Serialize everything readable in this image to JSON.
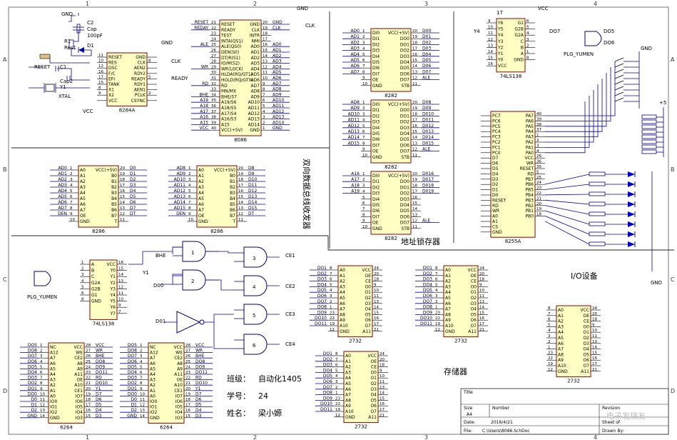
{
  "zones": {
    "cols": [
      "1",
      "2",
      "3",
      "4"
    ],
    "rows": [
      "A",
      "B",
      "C",
      "D"
    ]
  },
  "chips": {
    "u8284": {
      "name": "8284A",
      "left": [
        "RESET",
        "RES",
        "OSC",
        "F/C",
        "EFI",
        "TANK",
        "X1",
        "X2",
        "VCC"
      ],
      "right": [
        "GND",
        "CLK",
        "AEN2",
        "RDY2",
        "READY",
        "RDY1",
        "AEN1",
        "PCLK",
        "CSYNC"
      ],
      "lnum": [
        "11",
        "10",
        "12",
        "16",
        "17",
        "15",
        "8",
        "9",
        ""
      ],
      "rnum": [
        "",
        "8",
        "",
        "",
        "5",
        "",
        "",
        "2",
        ""
      ]
    },
    "u8086": {
      "name": "8086",
      "left": [
        "RESET",
        "READY",
        "TEST",
        "INTA(QS1)",
        "ALE(QS0)",
        "DEN(S0)",
        "DT/R(S1)",
        "IO/M(S2)",
        "WR(LOCK)",
        "HLDA(RQ/GT1)",
        "HOLD(RQ/GT0)",
        "RD",
        "MN/MX",
        "BHE/S7",
        "A19/S6",
        "A18/S5",
        "A17/S4",
        "A16/S3",
        "A15",
        "VCC(+5V)"
      ],
      "right": [
        "GND",
        "CLK",
        "INTR",
        "NMI",
        "AD0",
        "AD1",
        "AD2",
        "AD3",
        "AD4",
        "AD5",
        "AD6",
        "AD7",
        "AD8",
        "AD9",
        "AD10",
        "AD11",
        "AD12",
        "AD13",
        "AD14",
        "GND"
      ],
      "lnum": [
        "21",
        "22",
        "23",
        "24",
        "25",
        "26",
        "27",
        "28",
        "29",
        "30",
        "31",
        "32",
        "33",
        "34",
        "35",
        "36",
        "37",
        "38",
        "39",
        "40"
      ],
      "rnum": [
        "20",
        "19",
        "18",
        "17",
        "16",
        "15",
        "14",
        "13",
        "12",
        "11",
        "10",
        "9",
        "8",
        "7",
        "6",
        "5",
        "4",
        "3",
        "2",
        "1"
      ]
    },
    "u8286a": {
      "name": "8286",
      "left": [
        "A0",
        "A1",
        "A2",
        "A3",
        "A4",
        "A5",
        "A6",
        "A7",
        "OE",
        "GND"
      ],
      "right": [
        "VCC(+5V)",
        "B0",
        "B1",
        "B2",
        "B3",
        "B4",
        "B5",
        "B6",
        "B7",
        "T"
      ],
      "lnum": [
        "1",
        "2",
        "3",
        "4",
        "5",
        "6",
        "7",
        "8",
        "9",
        "10"
      ],
      "rnum": [
        "20",
        "19",
        "18",
        "17",
        "16",
        "15",
        "14",
        "13",
        "12",
        "11"
      ]
    },
    "u8286b": {
      "name": "8286",
      "left": [
        "A0",
        "A1",
        "A2",
        "A3",
        "A4",
        "A5",
        "A6",
        "A7",
        "OE",
        "GND"
      ],
      "right": [
        "VCC(+5V)",
        "B0",
        "B1",
        "B2",
        "B3",
        "B4",
        "B5",
        "B6",
        "B7",
        "T"
      ],
      "lnum": [
        "1",
        "2",
        "3",
        "4",
        "5",
        "6",
        "7",
        "8",
        "9",
        "10"
      ],
      "rnum": [
        "20",
        "19",
        "18",
        "17",
        "16",
        "15",
        "14",
        "13",
        "12",
        "11"
      ]
    },
    "u8282a": {
      "name": "8282",
      "left": [
        "DI0",
        "DI1",
        "DI2",
        "DI3",
        "DI4",
        "DI5",
        "DI6",
        "DI7",
        "OE",
        "GND"
      ],
      "right": [
        "VCC(+5V)",
        "DO0",
        "DO1",
        "DO2",
        "DO3",
        "DO4",
        "DO5",
        "DO6",
        "DO7",
        "STB"
      ],
      "lnum": [
        "1",
        "2",
        "3",
        "4",
        "5",
        "6",
        "7",
        "8",
        "9",
        "10"
      ],
      "rnum": [
        "20",
        "19",
        "18",
        "17",
        "16",
        "15",
        "14",
        "13",
        "12",
        "11"
      ]
    },
    "u8282b": {
      "name": "8282",
      "left": [
        "DI0",
        "DI1",
        "DI2",
        "DI3",
        "DI4",
        "DI5",
        "DI6",
        "DI7",
        "OE",
        "GND"
      ],
      "right": [
        "VCC(+5V)",
        "DO0",
        "DO1",
        "DO2",
        "DO3",
        "DO4",
        "DO5",
        "DO6",
        "DO7",
        "STB"
      ],
      "lnum": [
        "1",
        "2",
        "3",
        "4",
        "5",
        "6",
        "7",
        "8",
        "9",
        "10"
      ],
      "rnum": [
        "20",
        "19",
        "18",
        "17",
        "16",
        "15",
        "14",
        "13",
        "12",
        "11"
      ]
    },
    "u8282c": {
      "name": "8282",
      "left": [
        "DI0",
        "DI1",
        "DI2",
        "DI3",
        "DI4",
        "DI5",
        "DI6",
        "DI7",
        "OE",
        "GND"
      ],
      "right": [
        "VCC(+5V)",
        "DO0",
        "DO1",
        "DO2",
        "DO3",
        "DO4",
        "DO5",
        "DO6",
        "DO7",
        "STB"
      ],
      "lnum": [
        "1",
        "2",
        "3",
        "4",
        "5",
        "6",
        "7",
        "8",
        "9",
        "10"
      ],
      "rnum": [
        "20",
        "19",
        "18",
        "17",
        "16",
        "15",
        "14",
        "13",
        "12",
        "11"
      ]
    },
    "u138a": {
      "name": "74LS138",
      "left": [
        "A",
        "B",
        "C",
        "G2A",
        "G2B",
        "G1",
        "GND"
      ],
      "right": [
        "VCC",
        "Y0",
        "Y1",
        "Y2",
        "Y3",
        "Y4",
        "Y5",
        "Y6",
        "Y7"
      ],
      "lnum": [
        "1",
        "2",
        "3",
        "4",
        "5",
        "6",
        "8"
      ],
      "rnum": [
        "16",
        "15",
        "14",
        "13",
        "12",
        "11",
        "10",
        "9",
        "7"
      ]
    },
    "u138b": {
      "name": "74LS138",
      "left": [
        "Y6",
        "Y5",
        "Y4",
        "Y3",
        "Y2",
        "Y1",
        "Y0",
        "VCC"
      ],
      "right": [
        "G1",
        "G2B",
        "G2A",
        "C",
        "B",
        "A",
        "GND"
      ],
      "lnum": [
        "9",
        "10",
        "11",
        "12",
        "13",
        "14",
        "15",
        "16"
      ],
      "rnum": [
        "6",
        "5",
        "4",
        "3",
        "2",
        "1",
        "8"
      ]
    },
    "u8255": {
      "name": "8255A",
      "left": [
        "PC7",
        "PC6",
        "PC5",
        "PC4",
        "PC3",
        "PC2",
        "PC1",
        "PC0",
        "D7",
        "D6",
        "D5",
        "D4",
        "D3",
        "D2",
        "D1",
        "D0",
        "RESET",
        "RD",
        "WR",
        "A0",
        "A1",
        "CS",
        "GND"
      ],
      "right": [
        "PA7",
        "PA6",
        "PA5",
        "PA4",
        "PA3",
        "PA2",
        "PA1",
        "PA0",
        "VCC",
        "WR",
        "RESET",
        "RD",
        "PB7",
        "PB6",
        "PB5",
        "PB4",
        "PB3",
        "PB2",
        "PB1",
        "PB0"
      ],
      "rnum": [
        "40",
        "39",
        "38",
        "37",
        "1",
        "2",
        "3",
        "4",
        "26",
        "36",
        "35",
        "5",
        "25",
        "24",
        "23",
        "22",
        "21",
        "20",
        "19",
        "18"
      ]
    },
    "u2732a": {
      "name": "2732",
      "left": [
        "A0",
        "A1",
        "A2",
        "A3",
        "A4",
        "A5",
        "A6",
        "A7",
        "A8",
        "A9",
        "A10",
        "GND"
      ],
      "right": [
        "VCC",
        "OE",
        "CE",
        "O0",
        "O1",
        "O2",
        "O3",
        "O4",
        "O5",
        "O6",
        "O7",
        "A11"
      ],
      "lnum": [
        "8",
        "7",
        "6",
        "5",
        "4",
        "3",
        "2",
        "1",
        "23",
        "22",
        "19",
        "12"
      ],
      "rnum": [
        "24",
        "20",
        "18",
        "9",
        "10",
        "11",
        "13",
        "14",
        "15",
        "16",
        "17",
        "21"
      ]
    },
    "u2732b": {
      "name": "2732",
      "left": [
        "A0",
        "A1",
        "A2",
        "A3",
        "A4",
        "A5",
        "A6",
        "A7",
        "A8",
        "A9",
        "A10",
        "GND"
      ],
      "right": [
        "VCC",
        "OE",
        "CE",
        "O0",
        "O1",
        "O2",
        "O3",
        "O4",
        "O5",
        "O6",
        "O7",
        "A11"
      ],
      "lnum": [
        "8",
        "7",
        "6",
        "5",
        "4",
        "3",
        "2",
        "1",
        "23",
        "22",
        "19",
        "12"
      ],
      "rnum": [
        "24",
        "20",
        "18",
        "9",
        "10",
        "11",
        "13",
        "14",
        "15",
        "16",
        "17",
        "21"
      ]
    },
    "u2732c": {
      "name": "2732",
      "left": [
        "A0",
        "A1",
        "A2",
        "A3",
        "A4",
        "A5",
        "A6",
        "A7",
        "A8",
        "A9",
        "A10",
        "GND"
      ],
      "right": [
        "VCC",
        "OE",
        "CE",
        "O0",
        "O1",
        "O2",
        "O3",
        "O4",
        "O5",
        "O6",
        "O7",
        "A11"
      ],
      "lnum": [
        "8",
        "7",
        "6",
        "5",
        "4",
        "3",
        "2",
        "1",
        "23",
        "22",
        "19",
        "12"
      ],
      "rnum": [
        "24",
        "20",
        "18",
        "9",
        "10",
        "11",
        "13",
        "14",
        "15",
        "16",
        "17",
        "21"
      ]
    },
    "u2732d": {
      "name": "2732",
      "left": [
        "A0",
        "A1",
        "A2",
        "A3",
        "A4",
        "A5",
        "A6",
        "A7",
        "A8",
        "A9",
        "A10",
        "GND"
      ],
      "right": [
        "VCC",
        "OE",
        "CE",
        "O0",
        "O1",
        "O2",
        "O3",
        "O4",
        "O5",
        "O6",
        "O7",
        "A11"
      ],
      "lnum": [
        "8",
        "7",
        "6",
        "5",
        "4",
        "3",
        "2",
        "1",
        "23",
        "22",
        "19",
        "12"
      ],
      "rnum": [
        "24",
        "20",
        "18",
        "9",
        "10",
        "11",
        "13",
        "14",
        "15",
        "16",
        "17",
        "21"
      ]
    },
    "u6264a": {
      "name": "6264",
      "left": [
        "NC",
        "A12",
        "A7",
        "A6",
        "A5",
        "A4",
        "A3",
        "A2",
        "A1",
        "A0",
        "IO0",
        "IO1",
        "IO2",
        "GND"
      ],
      "right": [
        "VCC",
        "WE",
        "CE2",
        "A8",
        "A9",
        "A11",
        "OE",
        "A10",
        "CE1",
        "IO7",
        "IO6",
        "IO5",
        "IO4",
        "IO3"
      ],
      "lnum": [
        "1",
        "2",
        "3",
        "4",
        "5",
        "6",
        "7",
        "8",
        "9",
        "10",
        "11",
        "12",
        "13",
        "14"
      ],
      "rnum": [
        "28",
        "27",
        "26",
        "25",
        "24",
        "23",
        "22",
        "21",
        "20",
        "19",
        "18",
        "17",
        "16",
        "15"
      ]
    },
    "u6264b": {
      "name": "6264",
      "left": [
        "NC",
        "A12",
        "A7",
        "A6",
        "A5",
        "A4",
        "A3",
        "A2",
        "A1",
        "A0",
        "IO0",
        "IO1",
        "IO2",
        "GND"
      ],
      "right": [
        "VCC",
        "WE",
        "CE2",
        "A8",
        "A9",
        "A11",
        "OE",
        "A10",
        "CE1",
        "IO7",
        "IO6",
        "IO5",
        "IO4",
        "IO3"
      ],
      "lnum": [
        "1",
        "2",
        "3",
        "4",
        "5",
        "6",
        "7",
        "8",
        "9",
        "10",
        "11",
        "12",
        "13",
        "14"
      ],
      "rnum": [
        "28",
        "27",
        "26",
        "25",
        "24",
        "23",
        "22",
        "21",
        "20",
        "19",
        "18",
        "17",
        "16",
        "15"
      ]
    }
  },
  "nets": {
    "n8286a_left": [
      "AD0",
      "AD1",
      "AD2",
      "AD3",
      "AD4",
      "AD5",
      "AD6",
      "AD7",
      "DEN"
    ],
    "n8286a_right": [
      "D0",
      "D1",
      "D2",
      "D3",
      "D4",
      "D5",
      "D6",
      "D7",
      "DT"
    ],
    "n8286b_left": [
      "AD8",
      "AD9",
      "AD10",
      "AD11",
      "AD12",
      "AD13",
      "AD14",
      "AD15",
      "DEN"
    ],
    "n8286b_right": [
      "D8",
      "D9",
      "D10",
      "D11",
      "D12",
      "D13",
      "D14",
      "D15",
      "DT"
    ],
    "n8282a_left": [
      "AD0",
      "AD1",
      "AD2",
      "AD3",
      "AD4",
      "AD5",
      "AD6",
      "AD7"
    ],
    "n8282a_right": [
      "D00",
      "D01",
      "D02",
      "D03",
      "D04",
      "D05",
      "D06",
      "D07",
      "ALE"
    ],
    "n8282b_left": [
      "AD8",
      "AD9",
      "AD10",
      "AD11",
      "AD12",
      "AD13",
      "AD14",
      "AD15"
    ],
    "n8282b_right": [
      "D08",
      "D09",
      "D010",
      "D011",
      "D012",
      "D013",
      "D014",
      "D015",
      "ALE"
    ],
    "n8282c_left": [
      "A16",
      "A17",
      "A18",
      "A19",
      "",
      "",
      "",
      ""
    ],
    "n8282c_right": [
      "D016",
      "D017",
      "D018",
      "D019",
      "",
      "",
      "",
      "",
      "ALE"
    ],
    "n8086_left": [
      "RESET",
      "REDAY",
      "",
      "",
      "ALE",
      "",
      "",
      "",
      "WR",
      "",
      "",
      "RD",
      "",
      "BHE",
      "A19",
      "A18",
      "A17",
      "A16",
      "A15",
      "VCC"
    ],
    "n8086_right": [
      "GND",
      "CLK",
      "",
      "",
      "AD0",
      "AD1",
      "AD2",
      "AD3",
      "AD4",
      "AD5",
      "AD6",
      "AD7",
      "AD8",
      "AD9",
      "AD10",
      "AD11",
      "AD12",
      "AD13",
      "AD14",
      "GND"
    ],
    "n2732_left": [
      "DO1",
      "DO2",
      "DO3",
      "DO4",
      "DO5",
      "DO6",
      "DO7",
      "DO8",
      "DO9",
      "DO10",
      "DO11",
      ""
    ],
    "n6264_left": [
      "DO5",
      "DO8",
      "DO7",
      "DO6",
      "DO5",
      "DO4",
      "DO3",
      "DO2",
      "DO1",
      "DO0",
      "D0",
      "D1",
      "D2",
      "GND"
    ],
    "n6264_right": [
      "VCC",
      "WR",
      "BHE",
      "DO8",
      "DO9",
      "DO11",
      "RD",
      "DO10",
      "Y1",
      "D7",
      "D6",
      "D5",
      "D4",
      "D3"
    ]
  },
  "labels": {
    "bus_transceiver": "双向数据总线收发器",
    "addr_latch": "地址锁存器",
    "io_devices": "I/O设备",
    "memory": "存储器",
    "class_label": "班级：",
    "class_value": "自动化1405",
    "id_label": "学号：",
    "id_value": "24",
    "name_label": "姓名：",
    "name_value": "梁小嫄",
    "reset": "RESET",
    "crystal": "XTAL",
    "plg1": "PLG_YUMEN",
    "plg2": "PLG_YUMEN",
    "vcc": "VCC",
    "gnd": "GND",
    "plus5": "+5",
    "clk": "CLK",
    "ready": "READY",
    "cap2": "C2",
    "cap2v": "Cap",
    "cap2val": "100pF",
    "res1": "R1",
    "res1v": "Res1",
    "diode": "D1",
    "cap1": "C1",
    "cap3": "Cap2",
    "y1": "Y1",
    "ce1": "CE1",
    "ce2": "CE2",
    "ce3": "CE3",
    "ce4": "CE4",
    "y1net": "Y1",
    "bhe": "BHE",
    "d00": "D00",
    "d01": "D01",
    "do7": "DO7",
    "do5": "DO5",
    "do6": "DO6",
    "y4": "Y4",
    "g1": "G1",
    "g2": "G2",
    "gate1": "1",
    "gate2": "2",
    "gate3": "3",
    "gate4": "4",
    "gate5": "5",
    "gate6": "6",
    "unit17": "17",
    "unit3": "3",
    "unit4": "4"
  },
  "title_block": {
    "title": "Title",
    "size": "Size",
    "size_v": "A4",
    "number": "Number",
    "revision": "Revision",
    "date": "Date:",
    "date_v": "2016/4/21",
    "file": "File:",
    "file_v": "C:\\Users\\8086.SchDoc",
    "sheet": "Sheet of",
    "drawn": "Drawn By:"
  },
  "watermark": "电子发烧友"
}
